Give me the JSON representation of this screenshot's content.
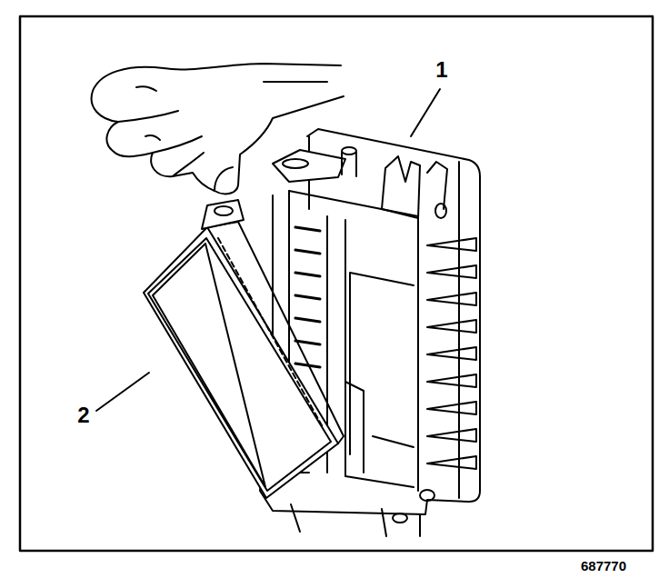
{
  "diagram": {
    "labels": [
      "1",
      "2",
      "687770"
    ]
  }
}
